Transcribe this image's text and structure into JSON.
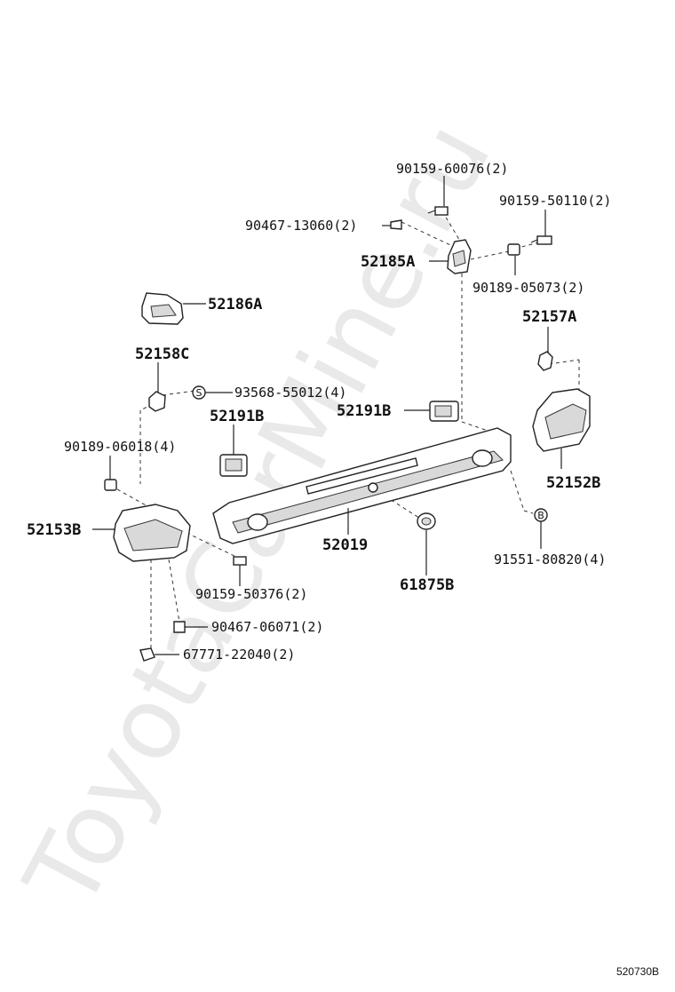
{
  "watermark": "ToyotaCarMine.ru",
  "diagram_code": "520730B",
  "labels": {
    "p90159_60076": "90159-60076(2)",
    "p90467_13060": "90467-13060(2)",
    "p90159_50110": "90159-50110(2)",
    "p52185A": "52185A",
    "p90189_05073": "90189-05073(2)",
    "p52186A": "52186A",
    "p52157A": "52157A",
    "p52158C": "52158C",
    "p93568_55012": "93568-55012(4)",
    "p52191B_left": "52191B",
    "p52191B_right": "52191B",
    "p90189_06018": "90189-06018(4)",
    "p52152B": "52152B",
    "p52153B": "52153B",
    "p52019": "52019",
    "p61875B": "61875B",
    "p91551_80820": "91551-80820(4)",
    "p90159_50376": "90159-50376(2)",
    "p90467_06071": "90467-06071(2)",
    "p67771_22040": "67771-22040(2)"
  },
  "markers": {
    "s": "S",
    "b": "B"
  }
}
